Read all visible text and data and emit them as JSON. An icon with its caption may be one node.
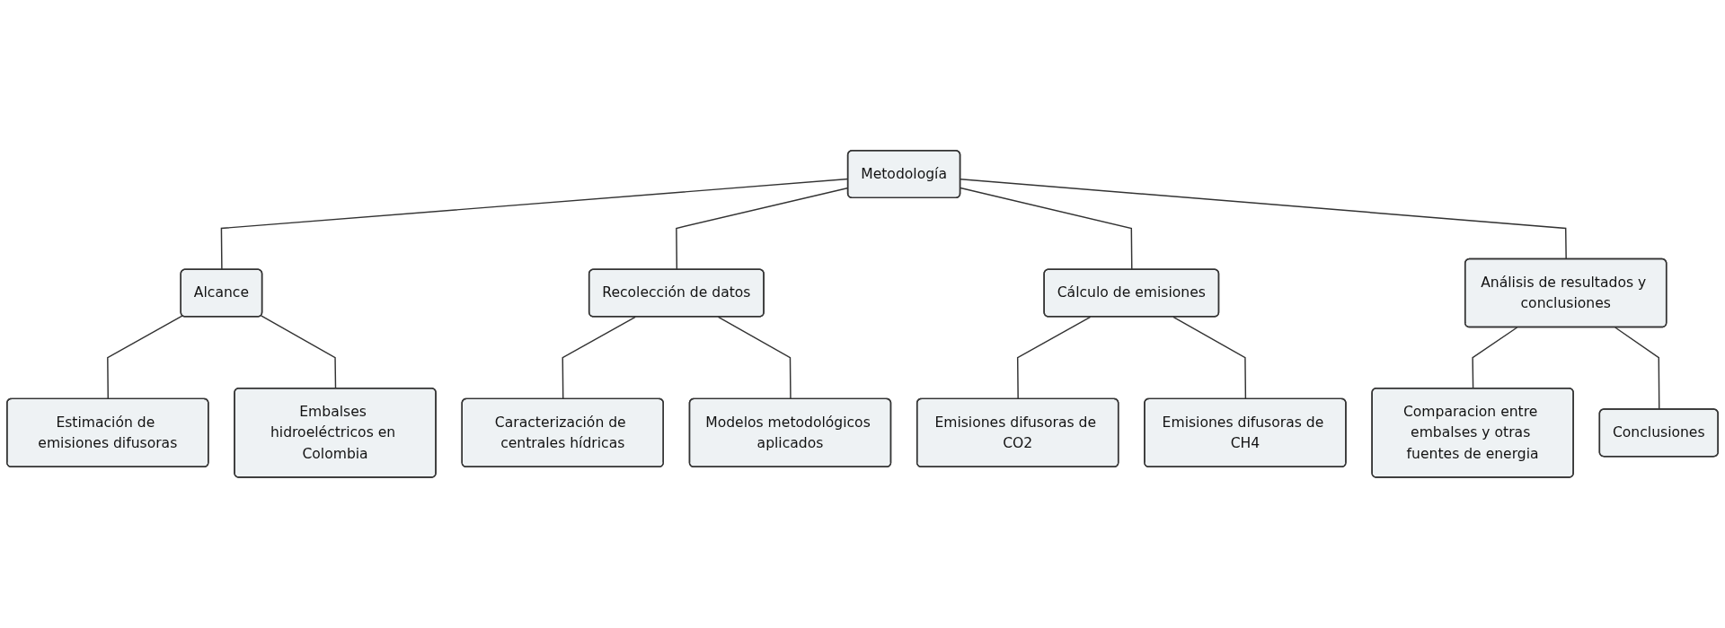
{
  "diagram": {
    "nodes": [
      {
        "text": [
          "Metodología"
        ]
      },
      {
        "text": [
          "Alcance"
        ]
      },
      {
        "text": [
          "Recolección de datos"
        ]
      },
      {
        "text": [
          "Cálculo de emisiones"
        ]
      },
      {
        "text": [
          "Análisis de resultados y conclusiones"
        ]
      },
      {
        "text": [
          "Estimación de emisiones difusoras"
        ]
      },
      {
        "text": [
          "Embalses hidroeléctricos en Colombia"
        ]
      },
      {
        "text": [
          "Caracterización de centrales hídricas"
        ]
      },
      {
        "text": [
          "Modelos metodológicos aplicados"
        ]
      },
      {
        "text": [
          "Emisiones difusoras de CO2"
        ]
      },
      {
        "text": [
          "Emisiones difusoras de CH4"
        ]
      },
      {
        "text": [
          "Comparacion entre embalses y otras fuentes de energia"
        ]
      },
      {
        "text": [
          "Conclusiones"
        ]
      }
    ],
    "edges": [
      {
        "from": 0,
        "to": 1,
        "arrow": "none"
      },
      {
        "from": 0,
        "to": 2,
        "arrow": "none"
      },
      {
        "from": 0,
        "to": 3,
        "arrow": "none"
      },
      {
        "from": 0,
        "to": 4,
        "arrow": "none"
      },
      {
        "from": 1,
        "to": 5,
        "arrow": "none"
      },
      {
        "from": 1,
        "to": 6,
        "arrow": "none"
      },
      {
        "from": 2,
        "to": 7,
        "arrow": "none"
      },
      {
        "from": 2,
        "to": 8,
        "arrow": "none"
      },
      {
        "from": 3,
        "to": 9,
        "arrow": "none"
      },
      {
        "from": 3,
        "to": 10,
        "arrow": "none"
      },
      {
        "from": 4,
        "to": 11,
        "arrow": "none"
      },
      {
        "from": 4,
        "to": 12,
        "arrow": "none"
      }
    ]
  }
}
